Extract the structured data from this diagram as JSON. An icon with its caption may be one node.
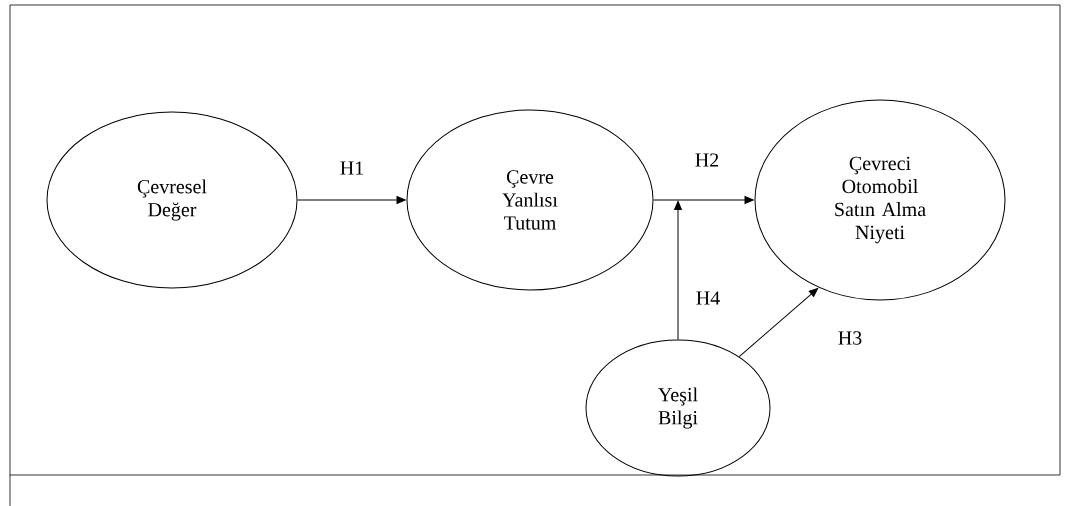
{
  "diagram": {
    "nodes": [
      {
        "text": [
          "Çevresel Değer"
        ]
      },
      {
        "text": [
          "Çevre Yanlısı Tutum"
        ]
      },
      {
        "text": [
          "Çevreci Otomobil Satın Alma Niyeti"
        ]
      },
      {
        "text": [
          "Yeşil Bilgi"
        ]
      }
    ],
    "edges": [
      {
        "from": 0,
        "to": 1,
        "arrow": "to",
        "label": "H1"
      },
      {
        "from": 1,
        "to": 2,
        "arrow": "to",
        "label": "H2"
      },
      {
        "from": 3,
        "to": null,
        "arrow": "to",
        "label": "H4"
      },
      {
        "from": 3,
        "to": 2,
        "arrow": "to",
        "label": "H3"
      }
    ]
  }
}
